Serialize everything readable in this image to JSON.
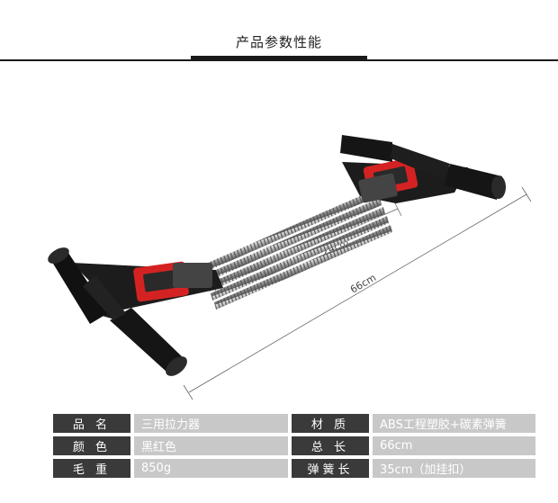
{
  "header": {
    "title": "产品参数性能"
  },
  "product": {
    "dimension_inner": "24cm",
    "dimension_total": "66cm",
    "colors": {
      "handle": "#1c1c1c",
      "grip_accent": "#d42222",
      "spring": "#a8a8a8"
    }
  },
  "specs": {
    "rows": [
      {
        "label1": "品 名",
        "value1": "三用拉力器",
        "label2": "材 质",
        "value2": "ABS工程塑胶+碳素弹簧"
      },
      {
        "label1": "颜 色",
        "value1": "黑红色",
        "label2": "总 长",
        "value2": "66cm"
      },
      {
        "label1": "毛 重",
        "value1": "850g",
        "label2": "弹簧长",
        "value2": "35cm（加挂扣）"
      }
    ],
    "colors": {
      "label_bg": "#3a3a3a",
      "value_bg": "#c8c8c8"
    }
  }
}
